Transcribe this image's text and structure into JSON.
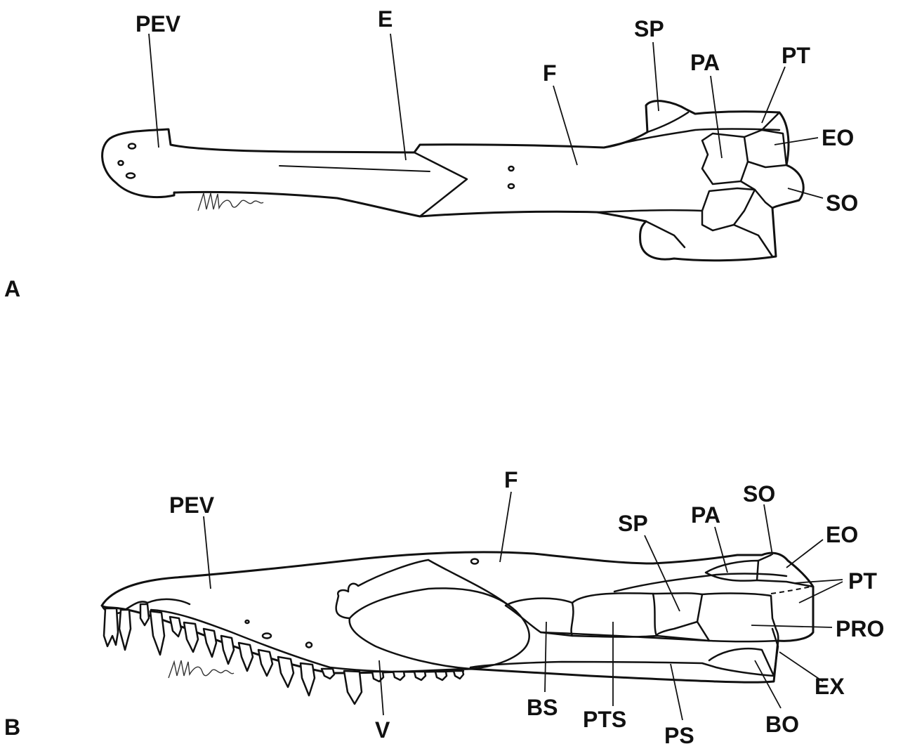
{
  "figure": {
    "panel_a": {
      "letter": "A",
      "labels": {
        "pev": "PEV",
        "e": "E",
        "f": "F",
        "sp": "SP",
        "pa": "PA",
        "pt": "PT",
        "eo": "EO",
        "so": "SO"
      }
    },
    "panel_b": {
      "letter": "B",
      "labels": {
        "pev": "PEV",
        "f": "F",
        "sp": "SP",
        "pa": "PA",
        "so": "SO",
        "eo": "EO",
        "pt": "PT",
        "pro": "PRO",
        "ex": "EX",
        "bo": "BO",
        "ps": "PS",
        "pts": "PTS",
        "bs": "BS",
        "v": "V"
      }
    },
    "signature": "signature-mark"
  }
}
